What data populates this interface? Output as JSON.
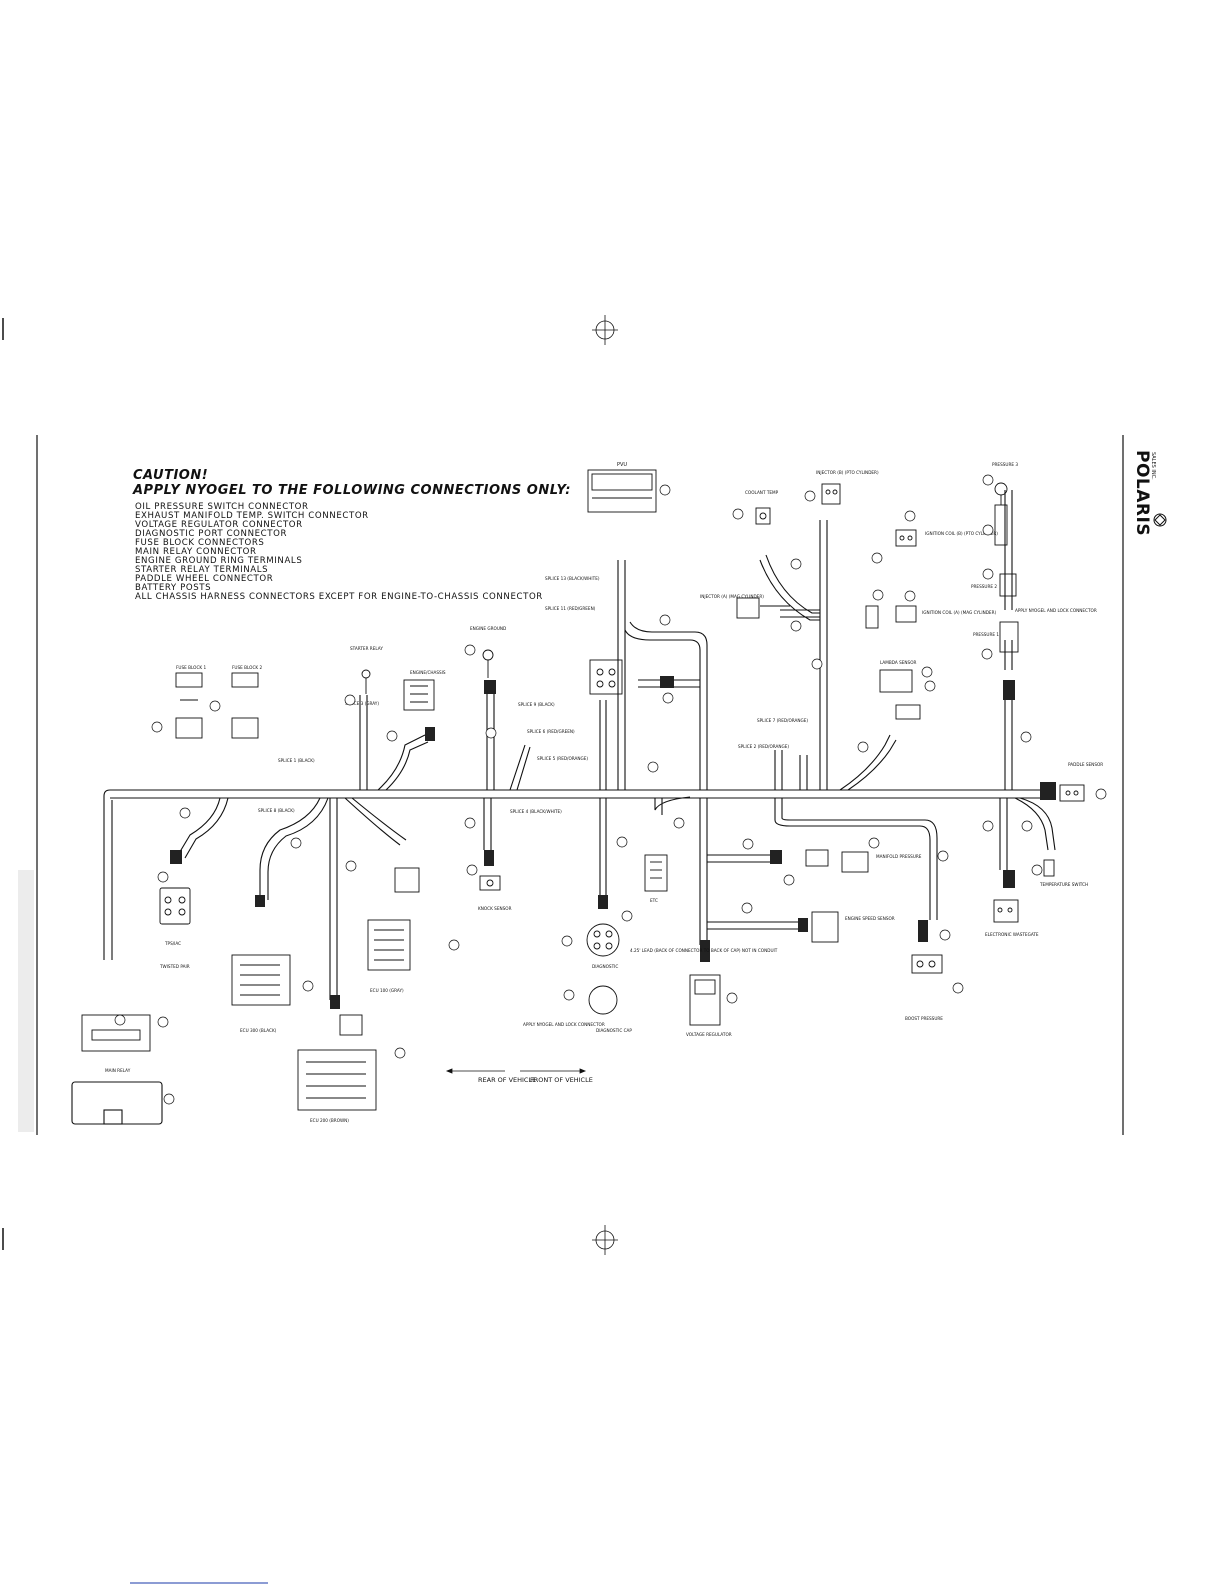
{
  "caution": {
    "title": "CAUTION!",
    "subtitle": "APPLY NYOGEL TO THE FOLLOWING CONNECTIONS ONLY:",
    "items": [
      "OIL PRESSURE SWITCH CONNECTOR",
      "EXHAUST MANIFOLD TEMP. SWITCH CONNECTOR",
      "VOLTAGE REGULATOR CONNECTOR",
      "DIAGNOSTIC PORT CONNECTOR",
      "FUSE BLOCK CONNECTORS",
      "MAIN RELAY CONNECTOR",
      "ENGINE GROUND RING TERMINALS",
      "STARTER RELAY TERMINALS",
      "PADDLE WHEEL CONNECTOR",
      "BATTERY POSTS",
      "ALL CHASSIS HARNESS CONNECTORS EXCEPT FOR ENGINE-TO-CHASSIS CONNECTOR"
    ]
  },
  "brand": {
    "name": "POLARIS",
    "sub": "SALES INC."
  },
  "components": {
    "pvu": "PVU",
    "coolant_temp": "COOLANT TEMP",
    "injector_b": "INJECTOR (B) (PTO CYLINDER)",
    "pressure_3": "PRESSURE 3",
    "ignition_b": "IGNITION COIL (B) (PTO CYLINDER)",
    "injector_a": "INJECTOR (A) (MAG CYLINDER)",
    "ignition_a": "IGNITION COIL (A) (MAG CYLINDER)",
    "pressure_2": "PRESSURE 2",
    "pressure_1": "PRESSURE 1",
    "apply_nyogel_lock": "APPLY NYOGEL AND LOCK CONNECTOR",
    "engine_ground": "ENGINE GROUND",
    "starter_relay": "STARTER RELAY",
    "fuse_block_1": "FUSE BLOCK 1",
    "fuse_block_2": "FUSE BLOCK 2",
    "engine_chassis": "ENGINE/CHASSIS",
    "lambda_sensor": "LAMBDA SENSOR",
    "paddle_sensor": "PADDLE SENSOR",
    "knock_sensor": "KNOCK SENSOR",
    "etc": "ETC",
    "manifold_pressure": "MANIFOLD PRESSURE",
    "temperature_switch": "TEMPERATURE SWITCH",
    "electronic_wastegate": "ELECTRONIC WASTEGATE",
    "engine_speed_sensor": "ENGINE SPEED SENSOR",
    "boost_pressure": "BOOST PRESSURE",
    "diagnostic": "DIAGNOSTIC",
    "diagnostic_cap": "DIAGNOSTIC CAP",
    "voltage_regulator": "VOLTAGE REGULATOR",
    "main_relay": "MAIN RELAY",
    "tps_iac": "TPS/IAC",
    "ecu_300": "ECU 300 (BLACK)",
    "ecu_100": "ECU 100 (GRAY)",
    "ecu_200": "ECU 200 (BROWN)",
    "twisted_pair": "TWISTED PAIR",
    "apply_nyogel_and_lock": "APPLY NYOGEL AND LOCK CONNECTOR"
  },
  "splices": {
    "s13": "SPLICE 13 (BLACK/WHITE)",
    "s11": "SPLICE 11 (RED/GREEN)",
    "s9": "SPLICE 9 (BLACK)",
    "s6": "SPLICE 6 (RED/GREEN)",
    "s5": "SPLICE 5 (RED/ORANGE)",
    "s1": "SPLICE 1 (BLACK)",
    "s3": "SPLICE 3 (GRAY)",
    "s8": "SPLICE 8 (BLACK)",
    "s4": "SPLICE 4 (BLACK/WHITE)",
    "s7": "SPLICE 7 (RED/ORANGE)",
    "s2": "SPLICE 2 (RED/ORANGE)"
  },
  "direction": {
    "rear": "REAR OF VEHICLE",
    "front": "FRONT OF VEHICLE"
  },
  "notes": {
    "lead": "4.25' LEAD (BACK OF CONNECTOR TO BACK OF CAP) NOT IN CONDUIT"
  },
  "colors": {
    "line": "#1a1a1a",
    "bg": "#ffffff",
    "margin_bar": "#e8e8e8"
  }
}
